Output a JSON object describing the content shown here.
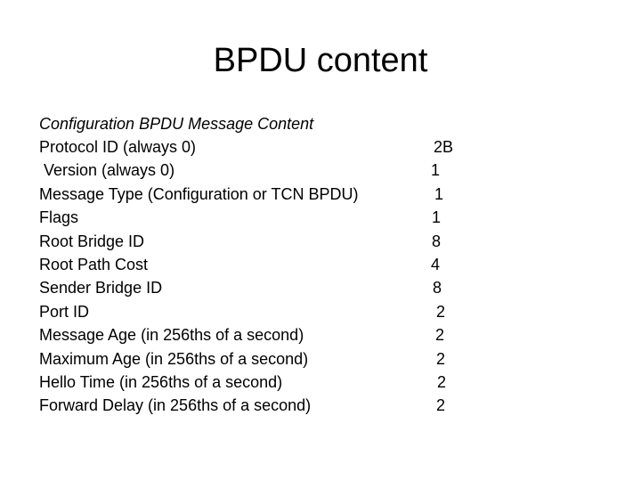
{
  "slide": {
    "title": "BPDU content",
    "heading": "Configuration BPDU Message Content"
  },
  "fields": [
    {
      "label": "Protocol ID (always 0)",
      "size": "2B"
    },
    {
      "label": " Version (always 0)",
      "size": "1"
    },
    {
      "label": "Message Type (Configuration or TCN BPDU)",
      "size": "1"
    },
    {
      "label": "Flags",
      "size": "1"
    },
    {
      "label": "Root Bridge ID",
      "size": "8"
    },
    {
      "label": "Root Path Cost",
      "size": "4"
    },
    {
      "label": "Sender Bridge ID",
      "size": "8"
    },
    {
      "label": "Port ID",
      "size": "2"
    },
    {
      "label": "Message Age (in 256ths of a second)",
      "size": "2"
    },
    {
      "label": "Maximum Age (in 256ths of a second)",
      "size": "2"
    },
    {
      "label": "Hello Time (in 256ths of a second)",
      "size": "2"
    },
    {
      "label": "Forward Delay (in 256ths of a second)",
      "size": "2"
    }
  ]
}
